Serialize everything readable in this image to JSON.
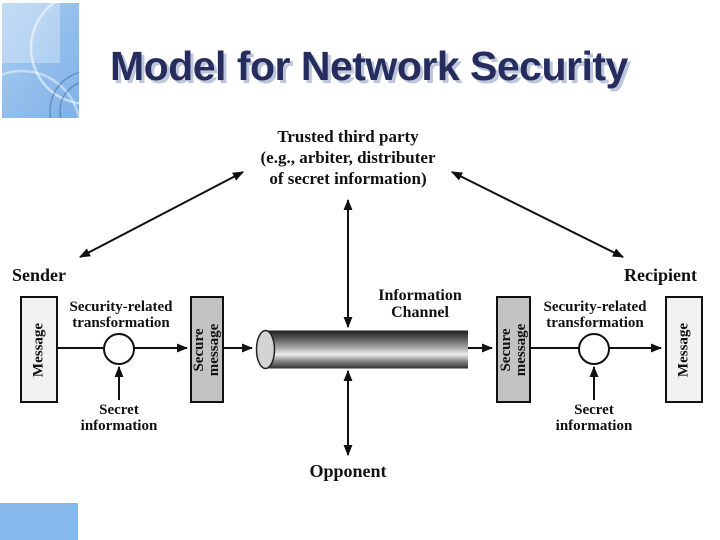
{
  "slide": {
    "title": "Model for Network Security"
  },
  "colors": {
    "accent_blue": "#85b9ec",
    "title_navy": "#262c5d",
    "title_shadow": "#bdc6da",
    "box_light_gray": "#f2f2f2",
    "box_medium_gray": "#c3c3c3",
    "stroke_black": "#111111"
  },
  "diagram": {
    "trusted_third_party": {
      "line1": "Trusted third party",
      "line2": "(e.g., arbiter, distributer",
      "line3": "of secret information)"
    },
    "sender": "Sender",
    "recipient": "Recipient",
    "transformation": {
      "line1": "Security-related",
      "line2": "transformation"
    },
    "secret": {
      "line1": "Secret",
      "line2": "information"
    },
    "channel": {
      "line1": "Information",
      "line2": "Channel"
    },
    "opponent": "Opponent",
    "boxes": {
      "message": "Message",
      "secure_message": "Secure message"
    }
  }
}
